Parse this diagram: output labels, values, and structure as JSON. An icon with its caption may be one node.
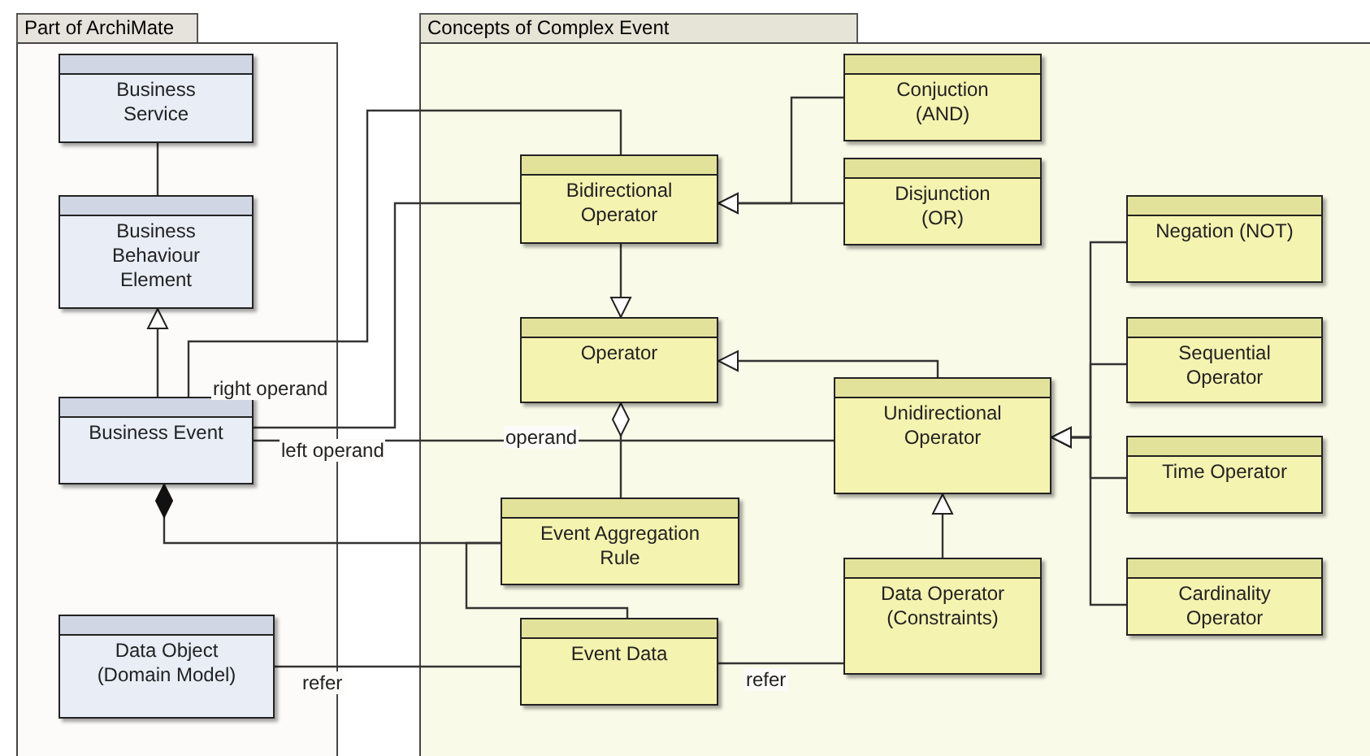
{
  "diagram": {
    "nodes": [
      {
        "text": [
          "Part of ArchiMate"
        ]
      },
      {
        "text": [
          "Concepts of Complex Event"
        ]
      },
      {
        "text": [
          "Business Service"
        ],
        "in": 0
      },
      {
        "text": [
          "Business Behaviour Element"
        ],
        "in": 0
      },
      {
        "text": [
          "Business Event"
        ],
        "in": 0
      },
      {
        "text": [
          "Data Object (Domain Model)"
        ],
        "in": 0
      },
      {
        "text": [
          "Bidirectional Operator"
        ],
        "in": 1
      },
      {
        "text": [
          "Conjuction (AND)"
        ],
        "in": 1
      },
      {
        "text": [
          "Disjunction (OR)"
        ],
        "in": 1
      },
      {
        "text": [
          "Operator"
        ],
        "in": 1
      },
      {
        "text": [
          "Unidirectional Operator"
        ],
        "in": 1
      },
      {
        "text": [
          "Negation (NOT)"
        ],
        "in": 1
      },
      {
        "text": [
          "Sequential Operator"
        ],
        "in": 1
      },
      {
        "text": [
          "Time Operator"
        ],
        "in": 1
      },
      {
        "text": [
          "Cardinality Operator"
        ],
        "in": 1
      },
      {
        "text": [
          "Event Aggregation Rule"
        ],
        "in": 1
      },
      {
        "text": [
          "Event Data"
        ],
        "in": 1
      },
      {
        "text": [
          "Data Operator (Constraints)"
        ],
        "in": 1
      }
    ],
    "edges": [
      {
        "from": 2,
        "to": 3,
        "arrow": "none"
      },
      {
        "from": 4,
        "to": 3,
        "arrow": "to"
      },
      {
        "from": 7,
        "to": 6,
        "arrow": "to"
      },
      {
        "from": 8,
        "to": 6,
        "arrow": "to"
      },
      {
        "from": 6,
        "to": 9,
        "arrow": "to"
      },
      {
        "from": 10,
        "to": 9,
        "arrow": "to"
      },
      {
        "from": 11,
        "to": 10,
        "arrow": "to"
      },
      {
        "from": 12,
        "to": 10,
        "arrow": "to"
      },
      {
        "from": 13,
        "to": 10,
        "arrow": "to"
      },
      {
        "from": 14,
        "to": 10,
        "arrow": "to"
      },
      {
        "from": 17,
        "to": 10,
        "arrow": "to"
      },
      {
        "from": 15,
        "to": 9,
        "arrow": "other"
      },
      {
        "from": 15,
        "to": 4,
        "arrow": "other"
      },
      {
        "from": 6,
        "to": 4,
        "arrow": "none",
        "label": "right operand"
      },
      {
        "from": 6,
        "to": 4,
        "arrow": "none",
        "label": "left operand"
      },
      {
        "from": 10,
        "to": 4,
        "arrow": "none",
        "label": "operand"
      },
      {
        "from": 16,
        "to": 15,
        "arrow": "none"
      },
      {
        "from": 5,
        "to": 16,
        "arrow": "none",
        "label": "refer"
      },
      {
        "from": 16,
        "to": 17,
        "arrow": "none",
        "label": "refer"
      }
    ]
  }
}
